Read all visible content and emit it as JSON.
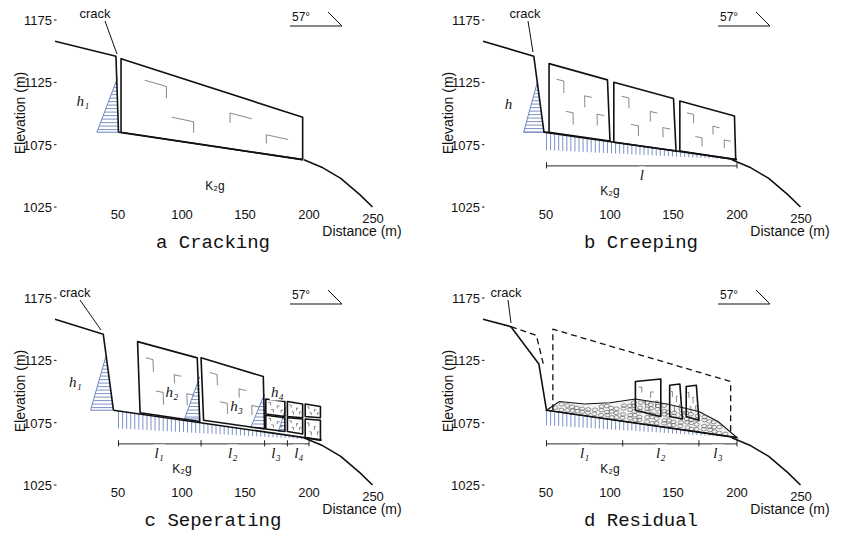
{
  "diagram": {
    "labels": [
      "1175",
      "1125",
      "1075",
      "1025",
      "Elevation (m)",
      "Distance (m)",
      "50",
      "100",
      "150",
      "200",
      "250",
      "crack",
      "57°",
      "K₂g",
      "a Cracking",
      "h₁",
      "1175",
      "1125",
      "1075",
      "1025",
      "Elevation (m)",
      "Distance (m)",
      "50",
      "100",
      "150",
      "200",
      "250",
      "crack",
      "57°",
      "K₂g",
      "b Creeping",
      "h",
      "l",
      "1175",
      "1125",
      "1075",
      "1025",
      "Elevation (m)",
      "Distance (m)",
      "50",
      "100",
      "150",
      "200",
      "250",
      "crack",
      "57°",
      "K₂g",
      "c Seperating",
      "h₁",
      "h₂",
      "h₃",
      "h₄",
      "l₁",
      "l₂",
      "l₃",
      "l₄",
      "1175",
      "1125",
      "1075",
      "1025",
      "Elevation (m)",
      "Distance (m)",
      "50",
      "100",
      "150",
      "200",
      "250",
      "crack",
      "57°",
      "K₂g",
      "d Residual",
      "l₁",
      "l₂",
      "l₃"
    ]
  }
}
